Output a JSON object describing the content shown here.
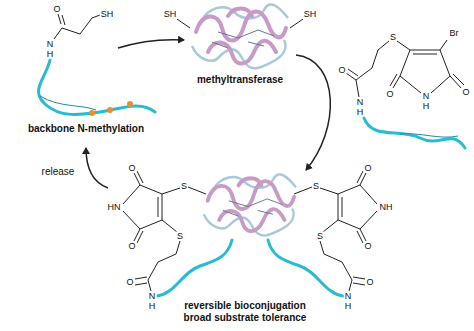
{
  "diagram": {
    "labels": [
      "O",
      "SH",
      "N",
      "H",
      "SH",
      "SH",
      "methyltransferase",
      "O",
      "N",
      "H",
      "S",
      "Br",
      "O",
      "N",
      "H",
      "O",
      "backbone N-methylation",
      "release",
      "O",
      "HN",
      "O",
      "S",
      "S",
      "O",
      "N",
      "H",
      "O",
      "NH",
      "O",
      "S",
      "S",
      "O",
      "N",
      "H",
      "reversible bioconjugation",
      "broad substrate tolerance"
    ]
  }
}
